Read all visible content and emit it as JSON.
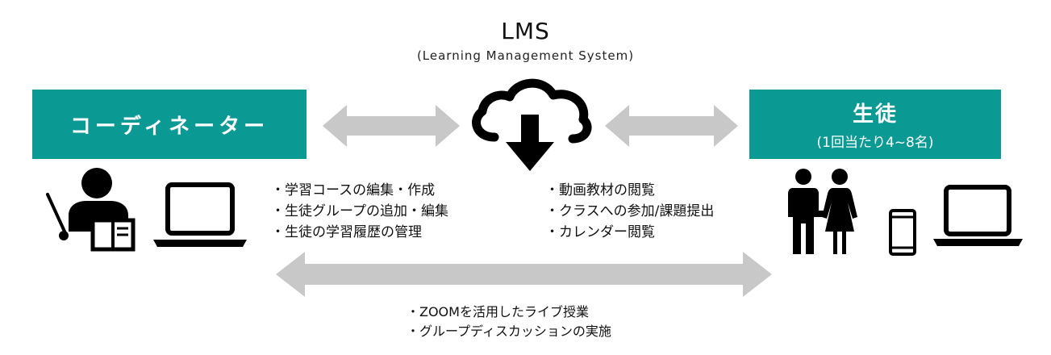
{
  "lms": {
    "title": "LMS",
    "subtitle": "(Learning Management System)"
  },
  "coordinator": {
    "label": "コーディネーター",
    "features": [
      "・学習コースの編集・作成",
      "・生徒グループの追加・編集",
      "・生徒の学習履歴の管理"
    ]
  },
  "student": {
    "label": "生徒",
    "sublabel": "(1回当たり4~8名)"
  },
  "lms_features": [
    "・動画教材の閲覧",
    "・クラスへの参加/課題提出",
    "・カレンダー閲覧"
  ],
  "live_session": [
    "・ZOOMを活用したライブ授業",
    "・グループディスカッションの実施"
  ],
  "colors": {
    "teal": "#0a9993",
    "arrow_gray": "#c8c8c8",
    "icon_black": "#000000"
  },
  "icons": [
    "cloud-download-icon",
    "teacher-icon",
    "laptop-icon",
    "students-icon",
    "smartphone-icon"
  ]
}
